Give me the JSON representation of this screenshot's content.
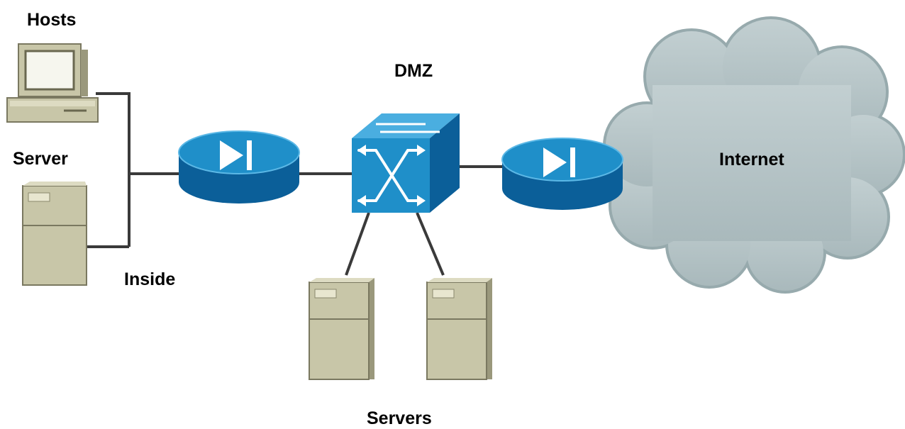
{
  "labels": {
    "hosts": "Hosts",
    "server": "Server",
    "inside": "Inside",
    "dmz": "DMZ",
    "servers": "Servers",
    "internet": "Internet"
  },
  "colors": {
    "device_blue": "#1f8fc9",
    "device_dark": "#0b5f99",
    "device_light": "#5cb8e6",
    "server_body": "#c8c6a8",
    "server_side": "#9a987c",
    "cloud_fill": "#b8c6c8",
    "cloud_edge": "#97aaad",
    "link": "#3a3a3a"
  },
  "icons": {
    "host": "pc-icon",
    "server": "server-icon",
    "router": "router-icon",
    "switch": "switch-icon",
    "cloud": "cloud-icon"
  }
}
